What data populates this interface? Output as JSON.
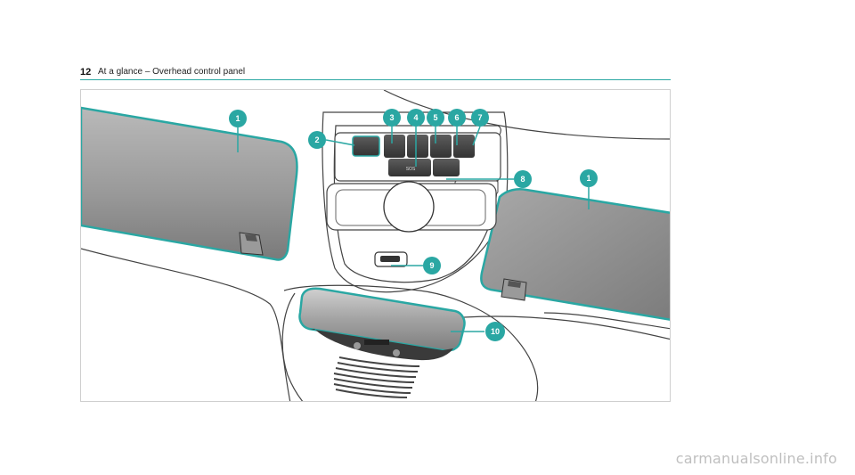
{
  "header": {
    "page_number": "12",
    "title": "At a glance – Overhead control panel"
  },
  "figure": {
    "callouts": {
      "c1_left": "1",
      "c1_right": "1",
      "c2": "2",
      "c3": "3",
      "c4": "4",
      "c5": "5",
      "c6": "6",
      "c7": "7",
      "c8": "8",
      "c9": "9",
      "c10": "10"
    },
    "button_labels": {
      "sos": "SOS"
    },
    "accent_color": "#2aa7a3"
  },
  "watermark": "carmanualsonline.info"
}
